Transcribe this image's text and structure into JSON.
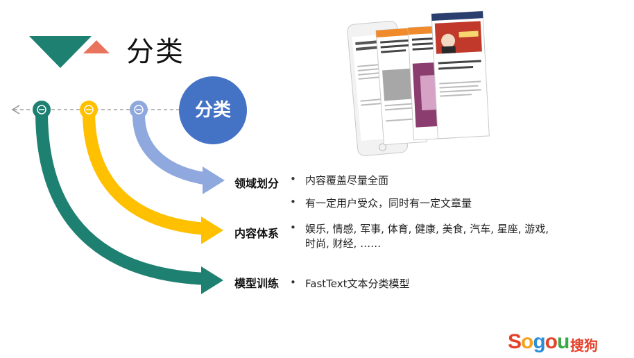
{
  "title": "分类",
  "bubble_label": "分类",
  "categories": [
    {
      "label": "领域划分",
      "bullets": [
        "内容覆盖尽量全面",
        "有一定用户受众，同时有一定文章量"
      ]
    },
    {
      "label": "内容体系",
      "bullets": [
        "娱乐, 情感, 军事, 体育, 健康, 美食, 汽车, 星座, 游戏,",
        "时尚, 财经, ……"
      ]
    },
    {
      "label": "模型训练",
      "bullets": [
        "FastText文本分类模型"
      ]
    }
  ],
  "logo": {
    "word": "Sogou",
    "cn": "搜狗"
  },
  "colors": {
    "teal": "#1e8071",
    "yellow": "#ffc000",
    "lavender": "#8fa9de",
    "bubble": "#4472c4",
    "coral": "#e9735c"
  }
}
